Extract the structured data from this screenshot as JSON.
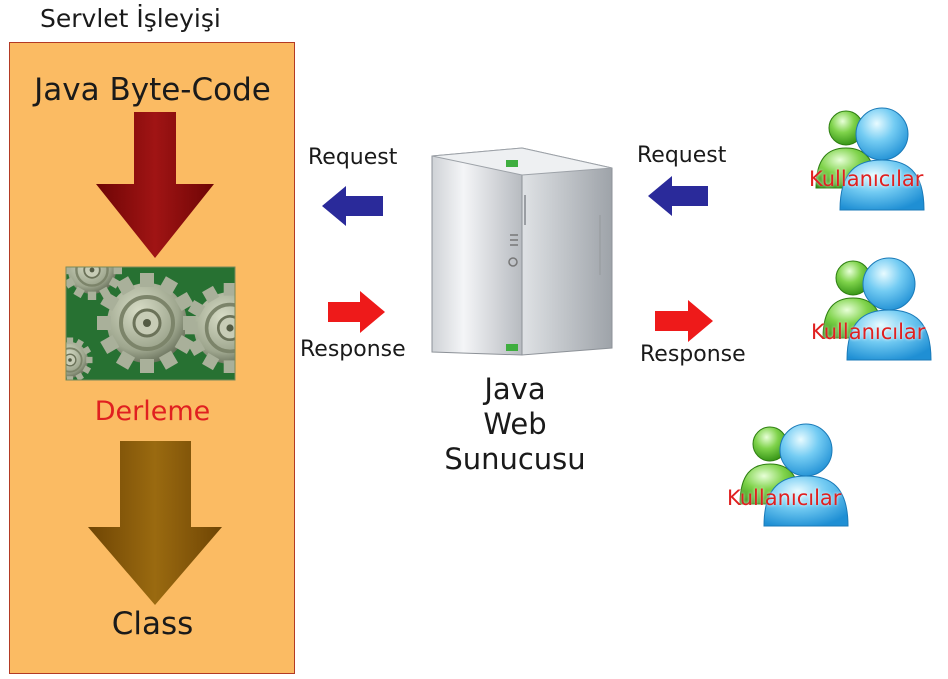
{
  "panel": {
    "title": "Servlet İşleyişi",
    "bytecode": "Java Byte-Code",
    "compile": "Derleme",
    "class": "Class"
  },
  "flow": {
    "request_left": "Request",
    "response_left": "Response",
    "request_right": "Request",
    "response_right": "Response"
  },
  "server": {
    "caption_line1": "Java",
    "caption_line2": "Web",
    "caption_line3": "Sunucusu"
  },
  "users": [
    {
      "label": "Kullanıcılar"
    },
    {
      "label": "Kullanıcılar"
    },
    {
      "label": "Kullanıcılar"
    }
  ],
  "colors": {
    "panel_fill": "#fbbb63",
    "panel_border": "#b33a24",
    "arrow_down_top": "#8b0a0a",
    "arrow_down_bottom": "#8a5a06",
    "request_arrow": "#2a2a9a",
    "response_arrow": "#ee1a1a",
    "compile_text": "#e02020"
  },
  "icons": [
    "gears-icon",
    "server-tower-icon",
    "users-icon"
  ]
}
